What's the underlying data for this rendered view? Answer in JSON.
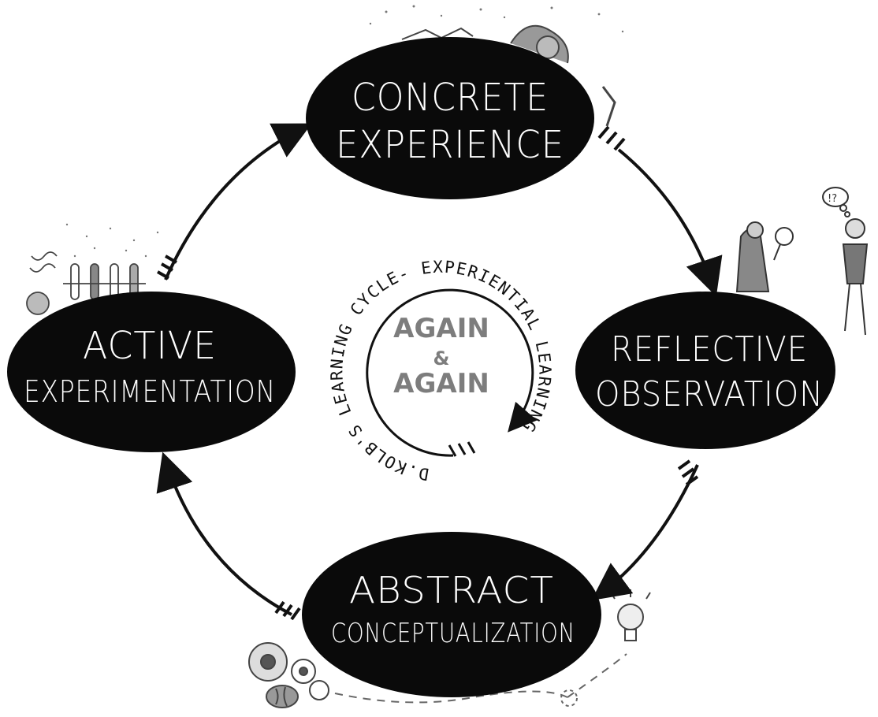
{
  "diagram": {
    "stages": {
      "concrete": {
        "line1": "CONCRETE",
        "line2": "EXPERIENCE"
      },
      "reflective": {
        "line1": "REFLECTIVE",
        "line2": "OBSERVATION"
      },
      "abstract": {
        "line1": "ABSTRACT",
        "line2": "CONCEPTUALIZATION"
      },
      "active": {
        "line1": "ACTIVE",
        "line2": "EXPERIMENTATION"
      }
    },
    "center": {
      "line1": "AGAIN",
      "amp": "&",
      "line2": "AGAIN"
    },
    "ring_caption": "D.KOLB'S LEARNING CYCLE- EXPERIENTIAL LEARNING",
    "thought_bubble": "!?"
  },
  "colors": {
    "ellipse": "#0a0a0a",
    "stage_text": "#ffffff",
    "arrow": "#111111",
    "center_text": "#7d7d7d",
    "sketch": "#555555"
  },
  "icons": [
    "gears-icon",
    "brain-icon",
    "lightbulb-icon",
    "magnifier-icon",
    "test-tubes-icon",
    "climber-icon",
    "person-icon"
  ]
}
